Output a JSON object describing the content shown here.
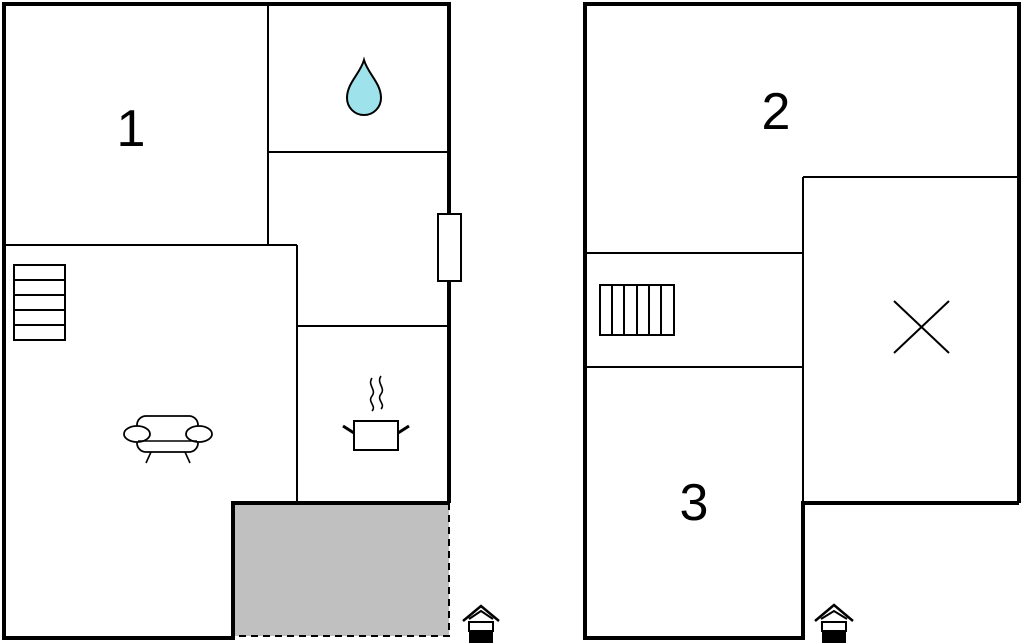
{
  "floor_plan": {
    "ground_floor": {
      "rooms": [
        {
          "label": "1",
          "kind": "bedroom"
        },
        {
          "label": "",
          "kind": "bathroom",
          "icon": "water-drop-icon"
        },
        {
          "label": "",
          "kind": "hallway"
        },
        {
          "label": "",
          "kind": "living-room",
          "icon": "sofa-icon"
        },
        {
          "label": "",
          "kind": "kitchen",
          "icon": "cooking-pot-icon"
        },
        {
          "label": "",
          "kind": "terrace"
        }
      ],
      "entrance_icon": "entrance-house-icon"
    },
    "upper_floor": {
      "rooms": [
        {
          "label": "2",
          "kind": "bedroom"
        },
        {
          "label": "3",
          "kind": "bedroom"
        },
        {
          "label": "",
          "kind": "stair-landing"
        },
        {
          "label": "",
          "kind": "void",
          "icon": "cross-mark-icon"
        }
      ],
      "entrance_icon": "entrance-house-icon"
    },
    "colors": {
      "walls": "#000000",
      "water_drop": "#9ee3ec",
      "terrace": "#c0c0c0",
      "background": "#ffffff"
    }
  }
}
